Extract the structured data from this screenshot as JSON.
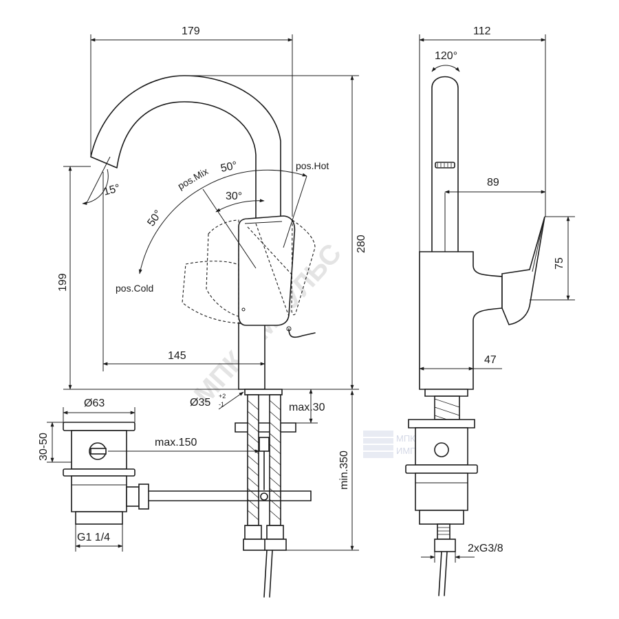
{
  "watermark": {
    "text": "МПК ИМПУЛЬС",
    "logo_line1": "МПК",
    "logo_line2": "ИМПУЛЬС"
  },
  "dimensions": {
    "width_179": "179",
    "width_112": "112",
    "height_280": "280",
    "height_199": "199",
    "reach_145": "145",
    "depth_89": "89",
    "lever_75": "75",
    "body_47": "47",
    "hole_diameter": "Ø35",
    "hole_tol_plus": "+2",
    "hole_tol_minus": "-1",
    "max_30": "max.30",
    "max_150": "max.150",
    "min_350": "min.350",
    "waste_diameter": "Ø63",
    "waste_height": "30-50",
    "waste_thread": "G1 1/4",
    "hose_thread": "2xG3/8"
  },
  "angles": {
    "spout_swivel": "120°",
    "spout_tilt": "15°",
    "cold_angle": "50°",
    "hot_angle": "50°",
    "mix_angle": "30°"
  },
  "positions": {
    "mix": "pos.Mix",
    "hot": "pos.Hot",
    "cold": "pos.Cold"
  }
}
